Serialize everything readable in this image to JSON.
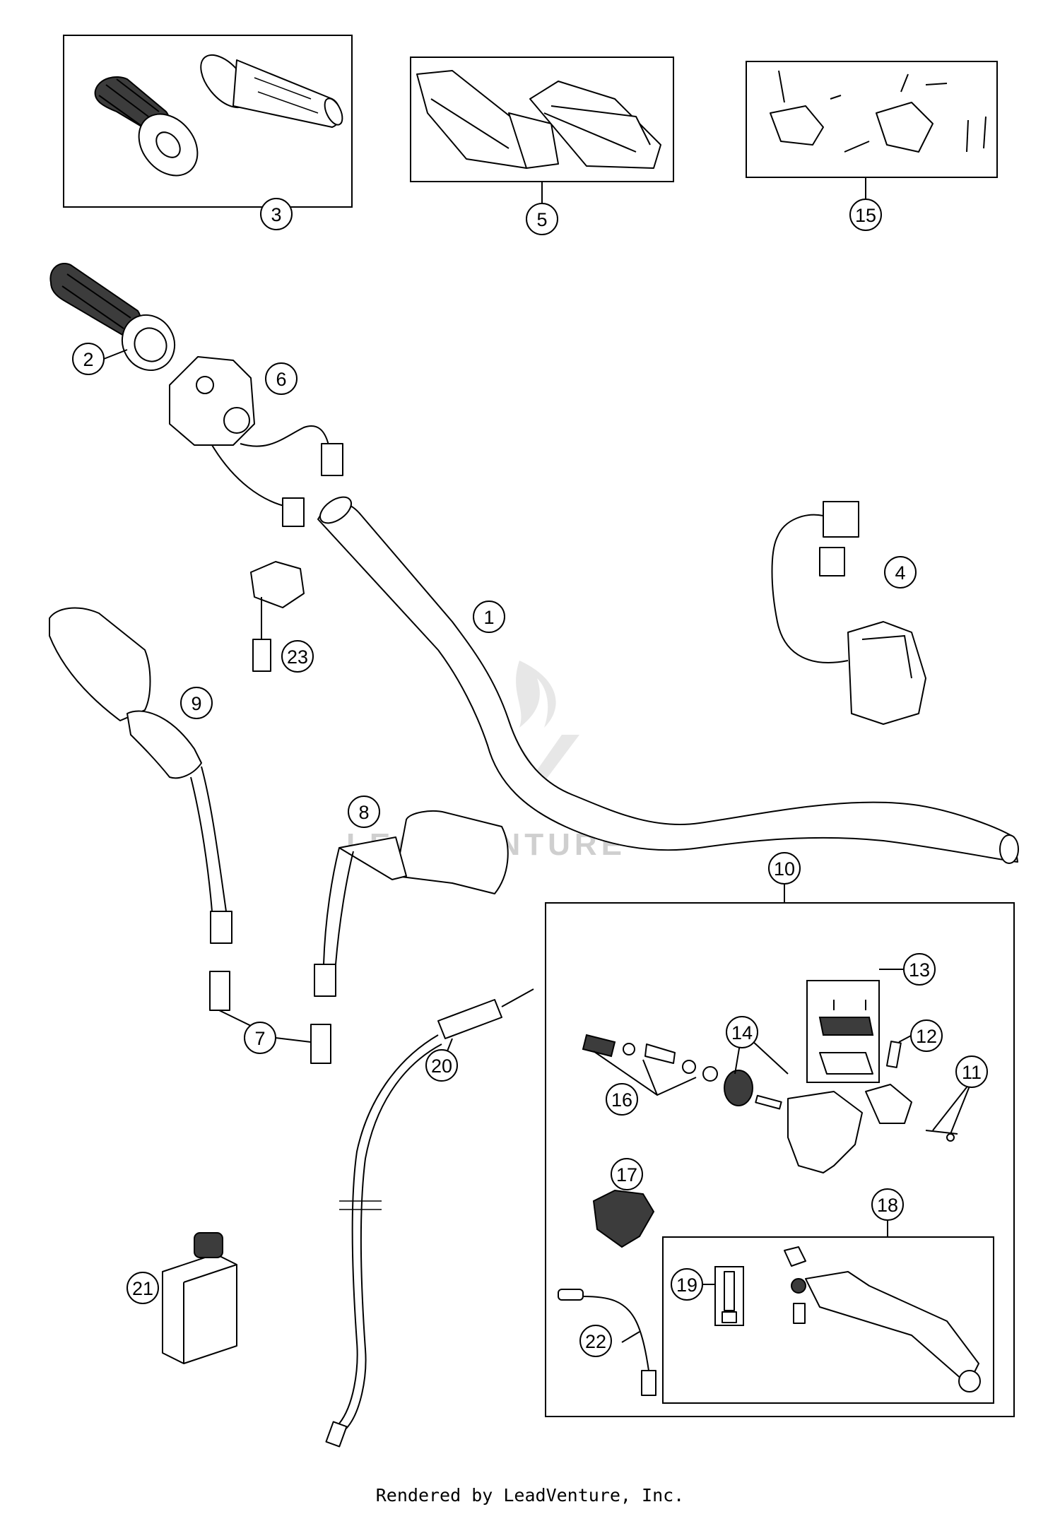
{
  "callouts": [
    {
      "id": "3",
      "label": "3"
    },
    {
      "id": "5",
      "label": "5"
    },
    {
      "id": "15",
      "label": "15"
    },
    {
      "id": "2",
      "label": "2"
    },
    {
      "id": "6",
      "label": "6"
    },
    {
      "id": "4",
      "label": "4"
    },
    {
      "id": "1",
      "label": "1"
    },
    {
      "id": "23",
      "label": "23"
    },
    {
      "id": "9",
      "label": "9"
    },
    {
      "id": "8",
      "label": "8"
    },
    {
      "id": "10",
      "label": "10"
    },
    {
      "id": "13",
      "label": "13"
    },
    {
      "id": "12",
      "label": "12"
    },
    {
      "id": "14",
      "label": "14"
    },
    {
      "id": "11",
      "label": "11"
    },
    {
      "id": "16",
      "label": "16"
    },
    {
      "id": "7",
      "label": "7"
    },
    {
      "id": "20",
      "label": "20"
    },
    {
      "id": "17",
      "label": "17"
    },
    {
      "id": "18",
      "label": "18"
    },
    {
      "id": "19",
      "label": "19"
    },
    {
      "id": "21",
      "label": "21"
    },
    {
      "id": "22",
      "label": "22"
    }
  ],
  "watermark": "LEADVENTURE",
  "footer": "Rendered by LeadVenture, Inc."
}
